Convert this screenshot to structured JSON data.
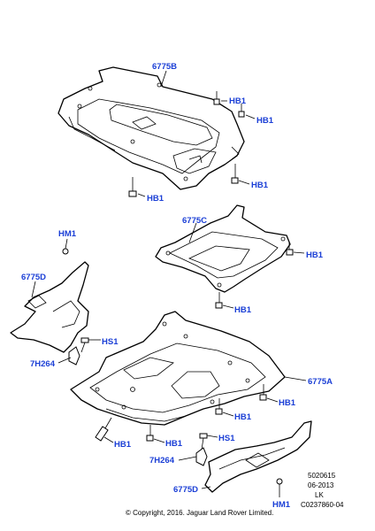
{
  "callouts": [
    {
      "id": "c1",
      "text": "6775B"
    },
    {
      "id": "c2",
      "text": "HB1"
    },
    {
      "id": "c3",
      "text": "HB1"
    },
    {
      "id": "c4",
      "text": "HB1"
    },
    {
      "id": "c5",
      "text": "HB1"
    },
    {
      "id": "c6",
      "text": "6775C"
    },
    {
      "id": "c7",
      "text": "HB1"
    },
    {
      "id": "c8",
      "text": "HB1"
    },
    {
      "id": "c9",
      "text": "HM1"
    },
    {
      "id": "c10",
      "text": "6775D"
    },
    {
      "id": "c11",
      "text": "HS1"
    },
    {
      "id": "c12",
      "text": "7H264"
    },
    {
      "id": "c13",
      "text": "6775A"
    },
    {
      "id": "c14",
      "text": "HB1"
    },
    {
      "id": "c15",
      "text": "HB1"
    },
    {
      "id": "c16",
      "text": "HB1"
    },
    {
      "id": "c17",
      "text": "HB1"
    },
    {
      "id": "c18",
      "text": "HS1"
    },
    {
      "id": "c19",
      "text": "7H264"
    },
    {
      "id": "c20",
      "text": "6775D"
    },
    {
      "id": "c21",
      "text": "HM1"
    }
  ],
  "meta": {
    "code": "5020615",
    "date": "06-2013",
    "region": "LK",
    "ref": "C0237860-04",
    "copyright": "© Copyright, 2016. Jaguar Land Rover Limited."
  },
  "colors": {
    "callout": "#1b3fd6",
    "line": "#000000",
    "background": "#ffffff"
  }
}
